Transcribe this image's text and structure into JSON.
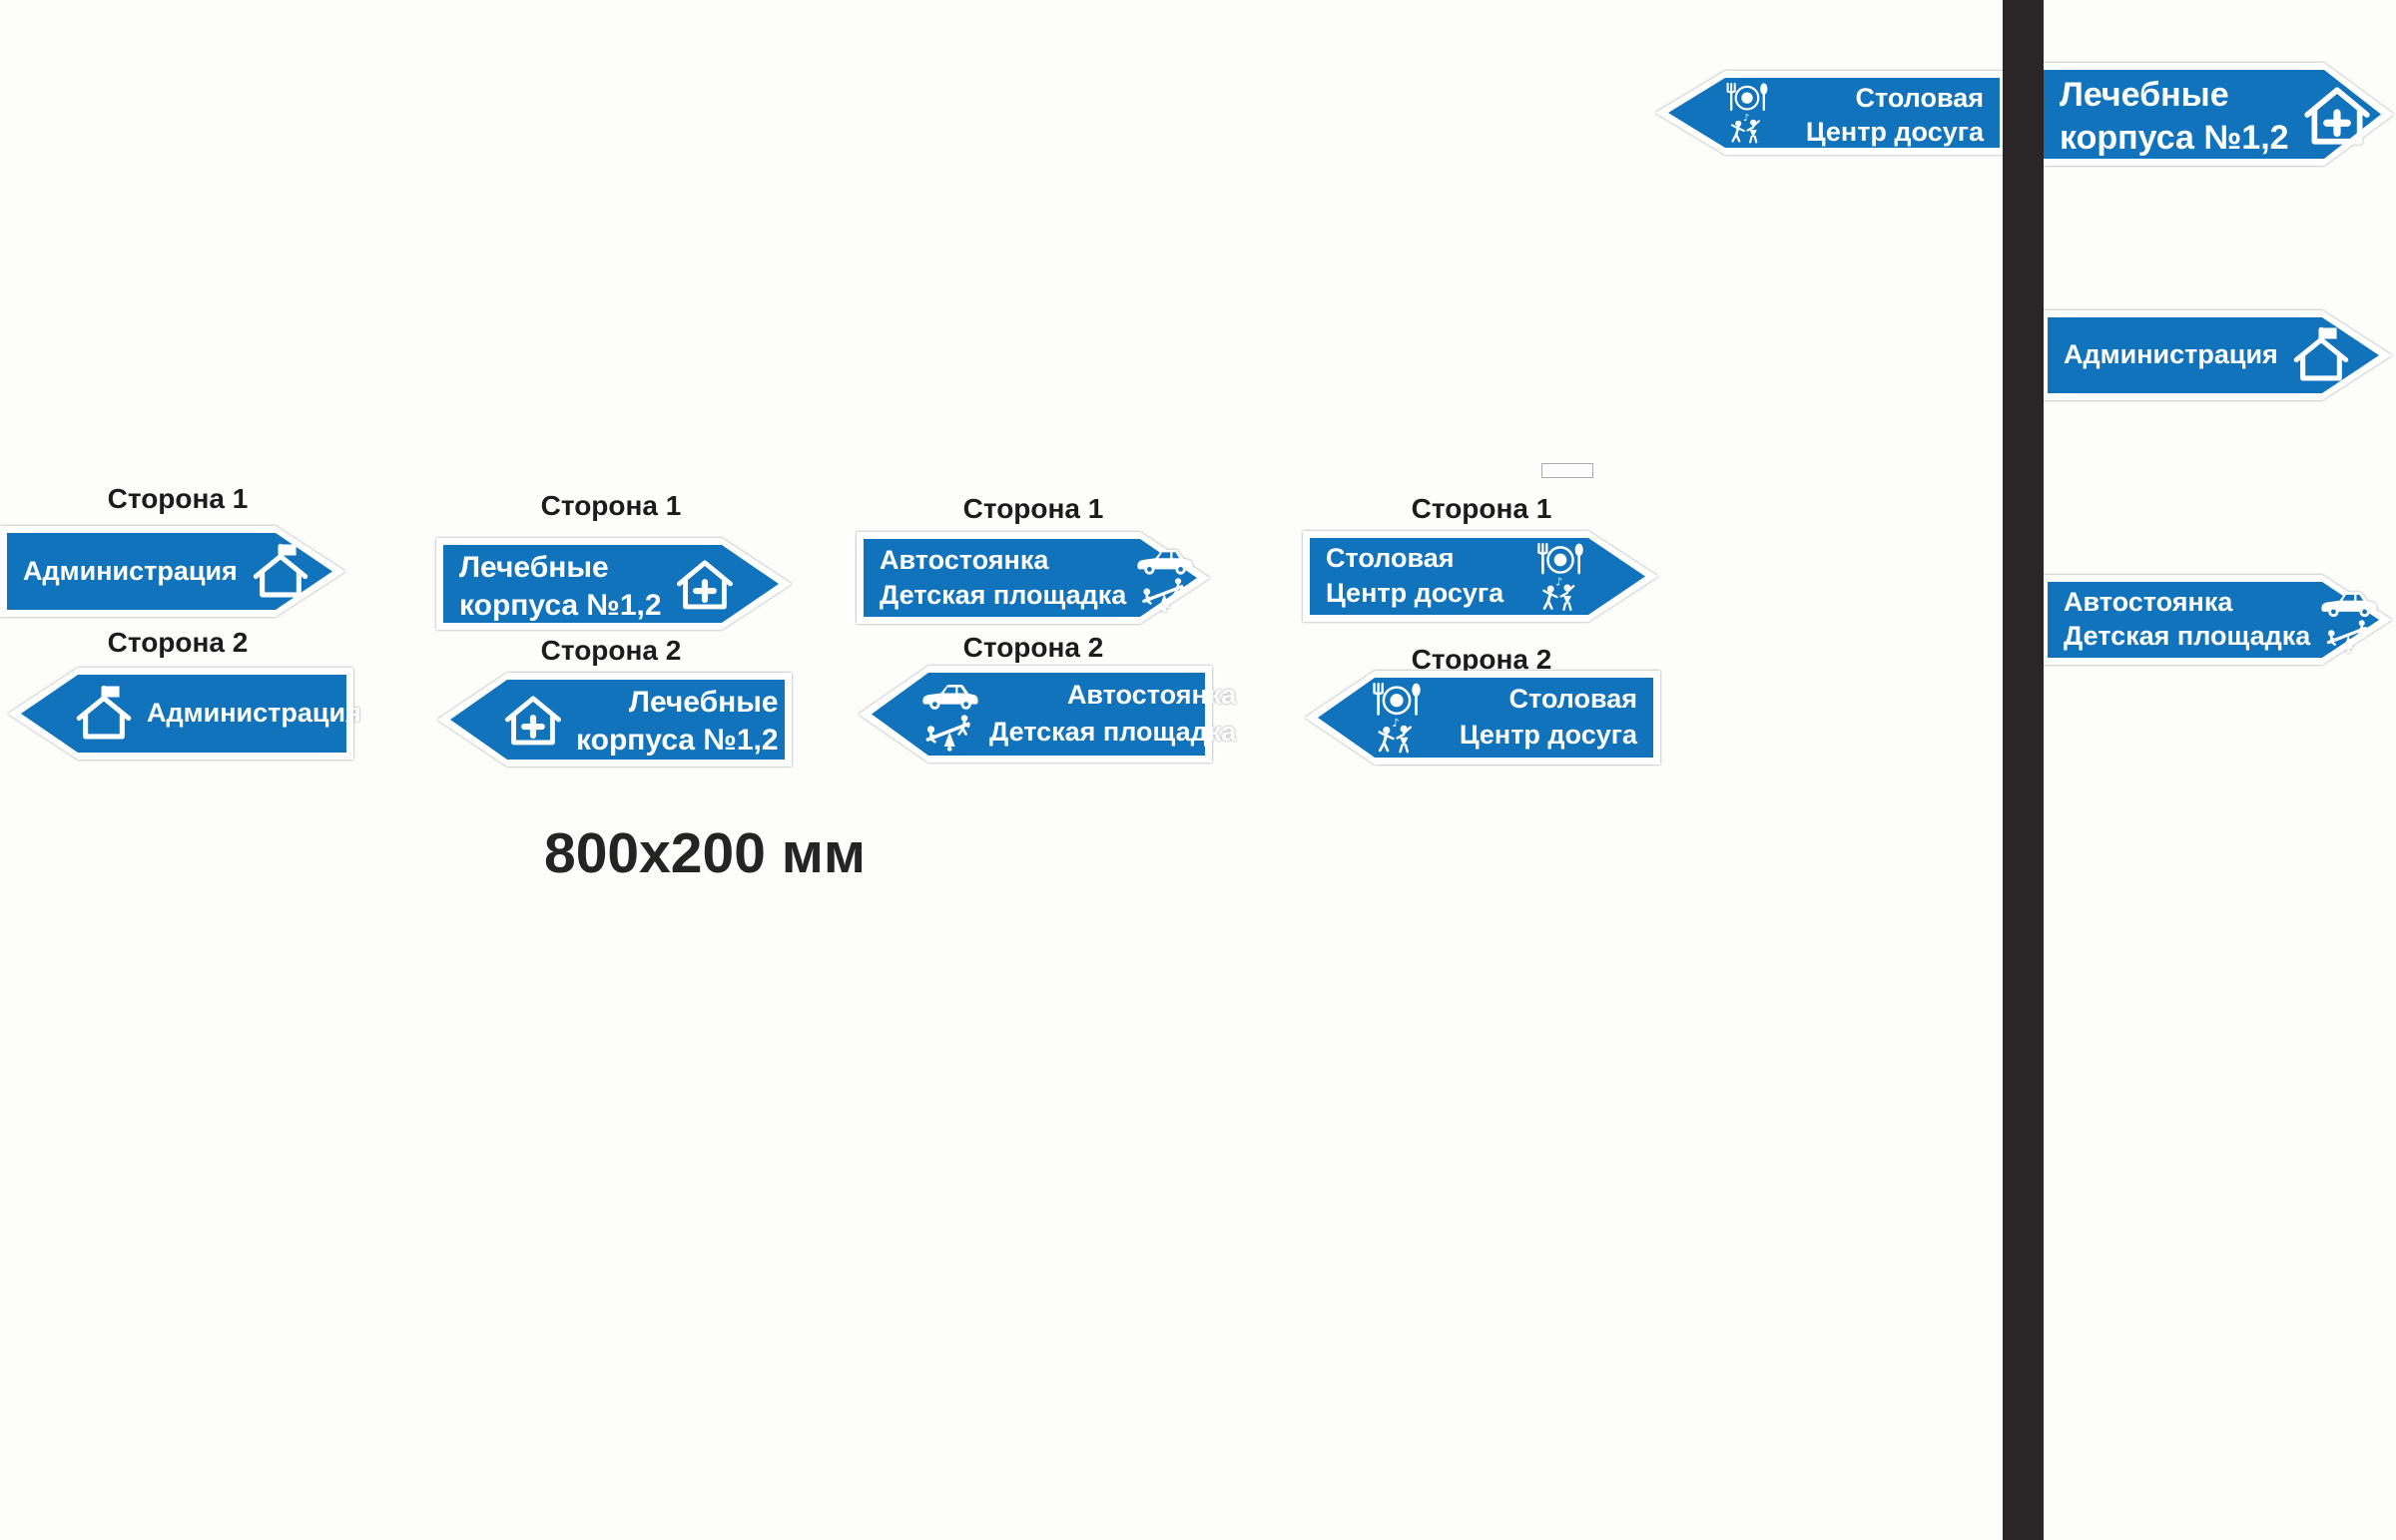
{
  "labels": {
    "side1": "Сторона 1",
    "side2": "Сторона 2",
    "dimensions": "800x200 мм"
  },
  "colors": {
    "sign_blue": "#1173BC",
    "pole": "#2A2627",
    "background": "#FDFDFC",
    "outline_gray": "#979797",
    "label_text": "#1C1C1C",
    "text_white": "#FFFFFF"
  },
  "destinations": {
    "admin": {
      "line1": "Администрация",
      "icon": "house-flag-icon"
    },
    "medical": {
      "line1": "Лечебные",
      "line2": "корпуса №1,2",
      "icon": "house-cross-icon"
    },
    "parking": {
      "line1": "Автостоянка",
      "line2": "Детская площадка",
      "icon1": "car-icon",
      "icon2": "seesaw-icon"
    },
    "canteen": {
      "line1": "Столовая",
      "line2": "Центр досуга",
      "icon1": "dining-icon",
      "icon2": "dancing-icon"
    }
  }
}
